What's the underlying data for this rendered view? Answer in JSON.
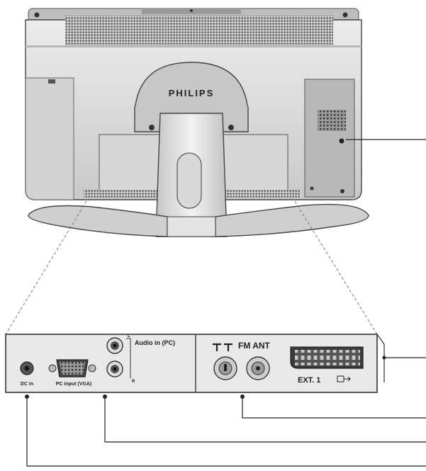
{
  "tv_rear": {
    "brand": "PHILIPS"
  },
  "connector_panel": {
    "dc_in_label": "DC in",
    "pc_input_label": "PC input (VGA)",
    "audio_in_label": "Audio in (PC)",
    "audio_l_label": "L",
    "audio_r_label": "R",
    "fm_ant_label": "FM ANT",
    "ext1_label": "EXT. 1"
  },
  "icons": {
    "antenna": "antenna-symbol-icon",
    "scart_arrow": "scart-arrow-icon"
  },
  "colors": {
    "line": "#222222",
    "body": "#d9d9d9",
    "panel": "#e6e6e6",
    "dark": "#3a3a3a"
  }
}
